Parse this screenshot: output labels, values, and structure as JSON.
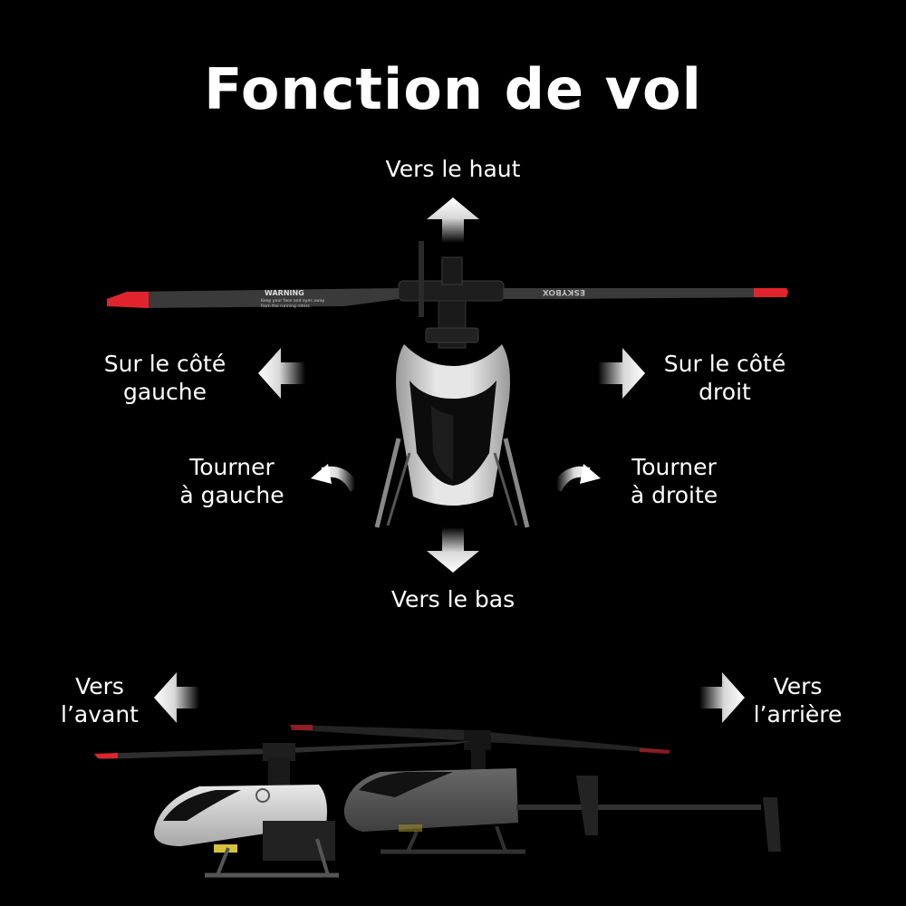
{
  "title": "Fonction de vol",
  "labels": {
    "up": "Vers le haut",
    "down": "Vers le bas",
    "left_side": [
      "Sur le côté",
      "gauche"
    ],
    "right_side": [
      "Sur le côté",
      "droit"
    ],
    "turn_left": [
      "Tourner",
      "à gauche"
    ],
    "turn_right": [
      "Tourner",
      "à droite"
    ],
    "forward": [
      "Vers",
      "l’avant"
    ],
    "backward": [
      "Vers",
      "l’arrière"
    ]
  },
  "blade_text": {
    "warning_title": "WARNING",
    "warning_line1": "Keep your face and eyes away",
    "warning_line2": "from the running rotors",
    "brand": "ESKYBOX"
  },
  "colors": {
    "background": "#000000",
    "text": "#ffffff",
    "blade_tip": "#e0242c",
    "blade": "#3c3c3c",
    "canopy": "#d7d7d7"
  }
}
